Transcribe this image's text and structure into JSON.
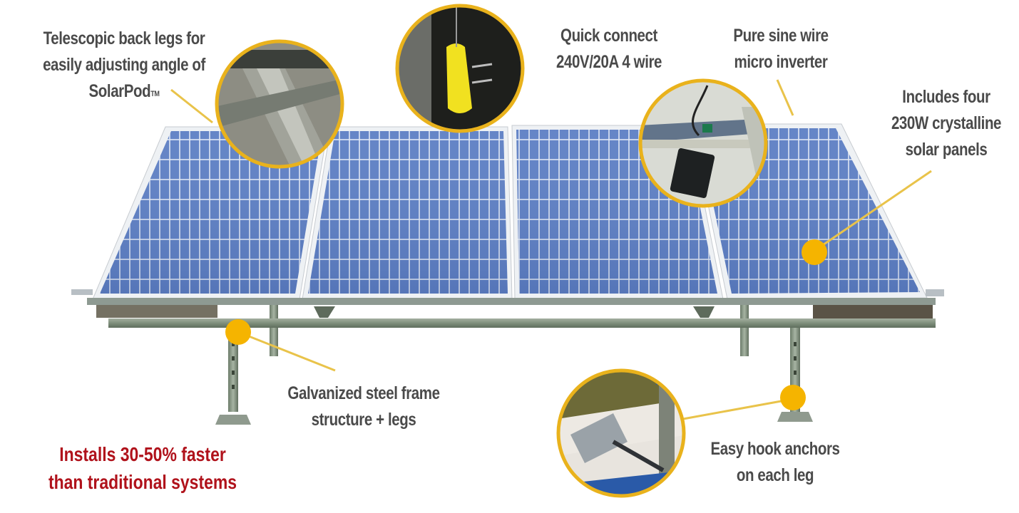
{
  "callouts": {
    "telescopic_legs": {
      "lines": [
        "Telescopic back legs for",
        "easily adjusting angle of",
        "SolarPod"
      ],
      "trademark": "TM"
    },
    "quick_connect": {
      "lines": [
        "Quick connect",
        "240V/20A 4 wire"
      ]
    },
    "micro_inverter": {
      "lines": [
        "Pure sine wire",
        "micro inverter"
      ]
    },
    "solar_panels": {
      "lines": [
        "Includes four",
        "230W crystalline",
        "solar panels"
      ]
    },
    "steel_frame": {
      "lines": [
        "Galvanized steel frame",
        "structure + legs"
      ]
    },
    "hook_anchors": {
      "lines": [
        "Easy hook anchors",
        "on each leg"
      ]
    }
  },
  "promo": {
    "lines": [
      "Installs 30-50% faster",
      "than traditional systems"
    ]
  },
  "product": {
    "panel_count": 4,
    "panel_wattage": "230W"
  },
  "colors": {
    "accent_yellow": "#f5b400",
    "callout_ring": "#e9b21c",
    "label_gray": "#4a4a4a",
    "promo_red": "#b0121b",
    "panel_blue": "#5f7fbf",
    "frame_green": "#7c8f7c"
  }
}
